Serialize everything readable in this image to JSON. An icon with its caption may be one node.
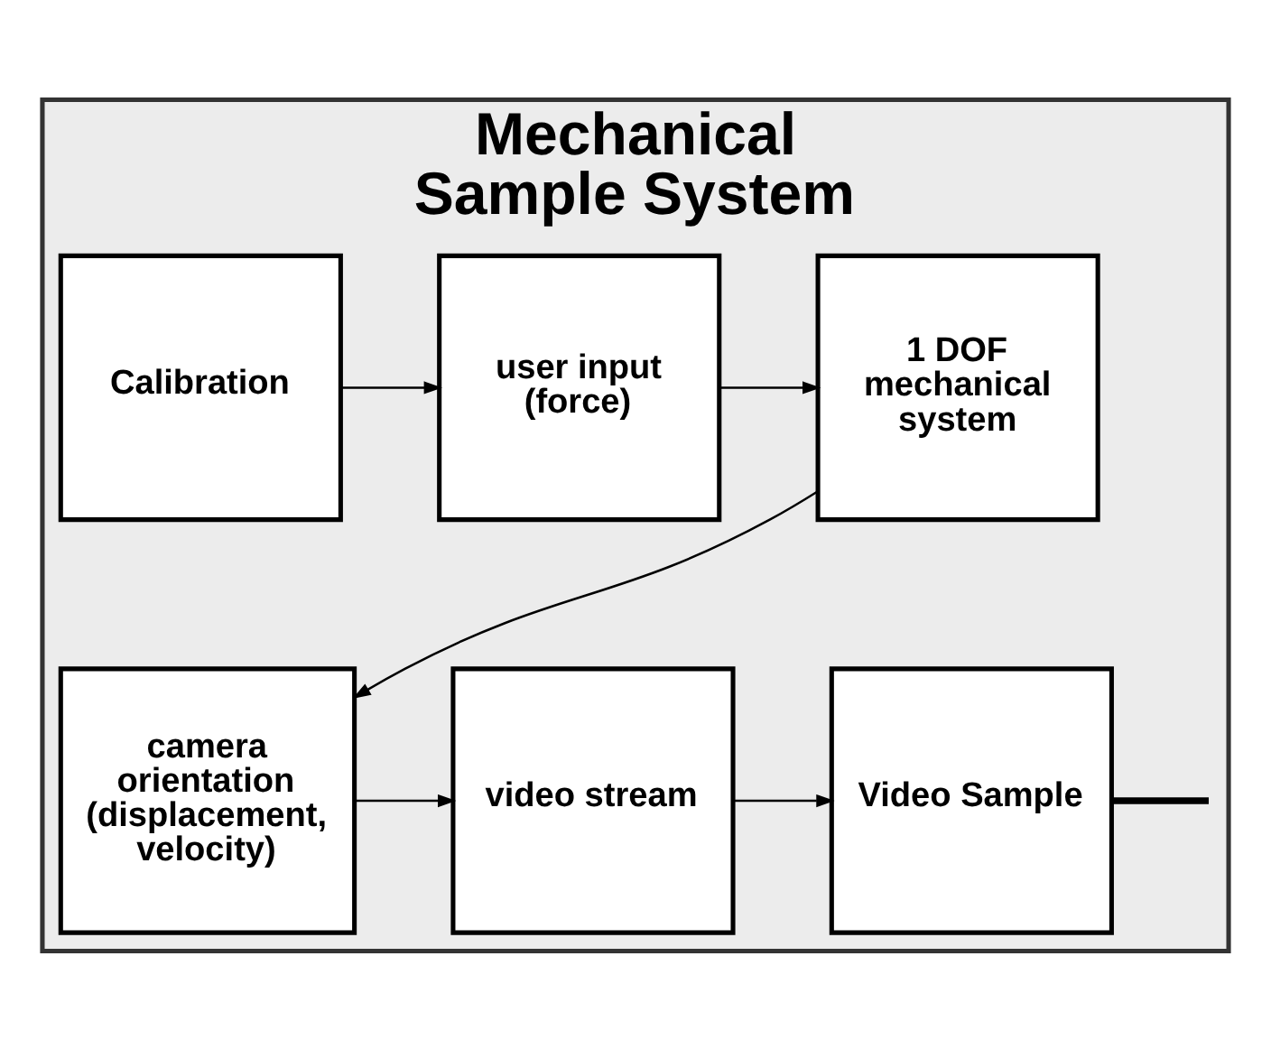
{
  "diagram": {
    "nodes": [
      {
        "text": [
          "Mechanical Sample System"
        ]
      },
      {
        "text": [
          "1 DOF mechanical system"
        ],
        "in": 0
      },
      {
        "text": [
          "user input (force)"
        ],
        "in": 0
      },
      {
        "text": [
          "Calibration"
        ],
        "in": 0
      },
      {
        "text": [
          "camera orientation (displacement, velocity)"
        ],
        "in": 0
      },
      {
        "text": [
          "video stream"
        ],
        "in": 0
      },
      {
        "text": [
          "Video Sample"
        ],
        "in": 0
      }
    ],
    "edges": [
      {
        "from": 2,
        "to": 1,
        "arrow": "to"
      },
      {
        "from": 3,
        "to": 2,
        "arrow": "to"
      },
      {
        "from": 1,
        "to": 4,
        "arrow": "to"
      },
      {
        "from": 4,
        "to": 5,
        "arrow": "to"
      },
      {
        "from": 5,
        "to": 6,
        "arrow": "to"
      },
      {
        "from": 6,
        "to": null,
        "arrow": "none",
        "style": "thick"
      }
    ]
  }
}
